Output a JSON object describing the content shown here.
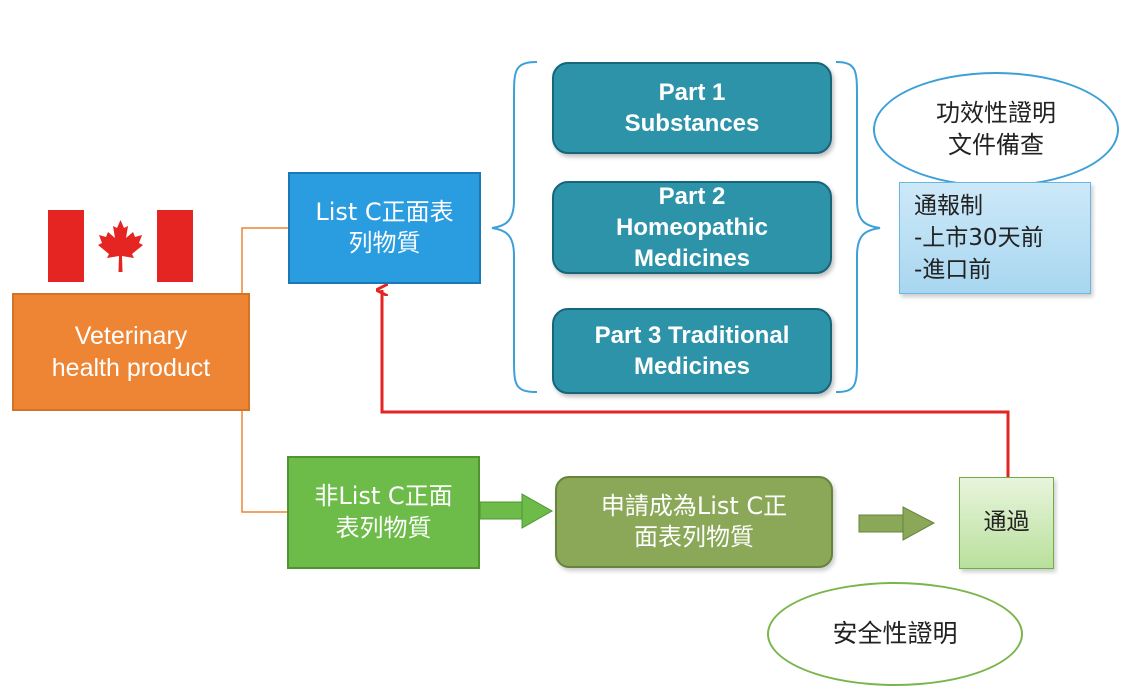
{
  "nodes": {
    "vet": {
      "lines": [
        "Veterinary",
        "health product"
      ]
    },
    "list_c": {
      "lines": [
        "List C正面表",
        "列物質"
      ]
    },
    "part1": {
      "lines": [
        "Part 1",
        "Substances"
      ]
    },
    "part2": {
      "lines": [
        "Part 2",
        "Homeopathic",
        "Medicines"
      ]
    },
    "part3": {
      "lines": [
        "Part 3 Traditional",
        "Medicines"
      ]
    },
    "efficacy": {
      "lines": [
        "功效性證明",
        "文件備查"
      ]
    },
    "notification": {
      "lines": [
        "通報制",
        "-上市30天前",
        "-進口前"
      ]
    },
    "non_list_c": {
      "lines": [
        "非List C正面",
        "表列物質"
      ]
    },
    "apply": {
      "lines": [
        "申請成為List C正",
        "面表列物質"
      ]
    },
    "pass": {
      "label": "通過"
    },
    "safety": {
      "label": "安全性證明"
    }
  },
  "colors": {
    "orange": "#ee8535",
    "blue": "#2a9ce0",
    "teal": "#2d93a8",
    "green": "#6dbb48",
    "olive": "#8aa858",
    "red_arrow": "#e52521",
    "flag_red": "#e52521"
  },
  "icons": {
    "flag": "canada-flag-icon"
  }
}
